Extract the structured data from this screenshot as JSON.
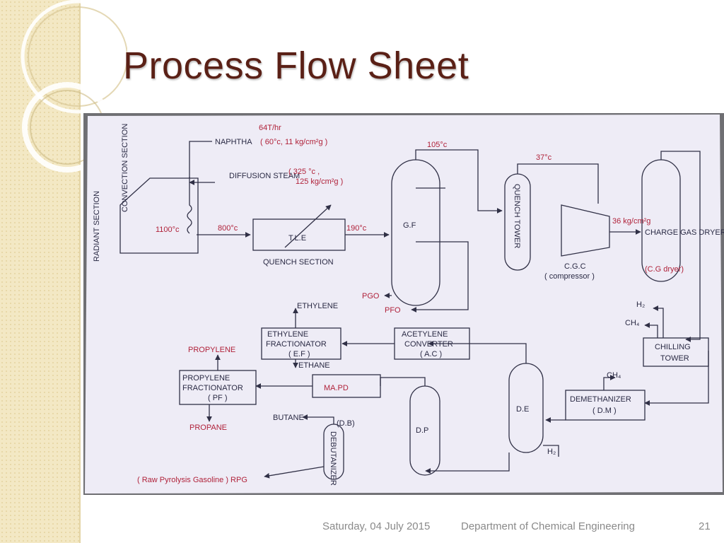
{
  "slide": {
    "title": "Process Flow Sheet",
    "footer": {
      "date": "Saturday, 04 July 2015",
      "department": "Department of Chemical Engineering",
      "page_number": "21"
    }
  },
  "diagram": {
    "labels": {
      "naphtha_feed": "NAPHTHA",
      "naphtha_rate": "64T/hr",
      "naphtha_cond": "( 60°c, 11 kg/cm²g )",
      "diffusion_steam": "DIFFUSION STEAM",
      "steam_cond_1": "( 325 °c ,",
      "steam_cond_2": "125 kg/cm²g )",
      "convection_section": "CONVECTION SECTION",
      "radiant_section": "RADIANT SECTION",
      "furnace_temp": "1100°c",
      "tle_in_temp": "800°c",
      "tle": "T.L.E",
      "tle_out_temp": "190°c",
      "quench_section": "QUENCH SECTION",
      "gf": "G.F",
      "gf_top_temp": "105°c",
      "quench_tower": "QUENCH TOWER",
      "qt_out_temp": "37°c",
      "cgc": "C.G.C",
      "cgc_desc": "( compressor )",
      "dryer_pressure": "36 kg/cm²g",
      "charge_gas_dryer": "CHARGE GAS DRYER",
      "dryer_abbr": "(C.G dryer)",
      "pgo": "PGO",
      "pfo": "PFO",
      "ethylene": "ETHYLENE",
      "ef_line1": "ETHYLENE",
      "ef_line2": "FRACTIONATOR",
      "ef_abbr": "( E.F )",
      "ethane": "ETHANE",
      "ac_line1": "ACETYLENE",
      "ac_line2": "CONVERTER",
      "ac_abbr": "( A.C )",
      "h2_top": "H₂",
      "ch4_top": "CH₄",
      "chilling_line1": "CHILLING",
      "chilling_line2": "TOWER",
      "propylene": "PROPYLENE",
      "pf_line1": "PROPYLENE",
      "pf_line2": "FRACTIONATOR",
      "pf_abbr": "( PF )",
      "mapd": "MA.PD",
      "dm_ch4": "CH₄",
      "dm_line1": "DEMETHANIZER",
      "dm_abbr": "( D.M )",
      "de": "D.E",
      "dp": "D.P",
      "h2_bottom": "H₂",
      "propane": "PROPANE",
      "butane": "BUTANE",
      "db_abbr": "(D.B)",
      "debutanizer": "DEBUTANIZER",
      "rpg": "( Raw Pyrolysis Gasoline ) RPG"
    }
  }
}
